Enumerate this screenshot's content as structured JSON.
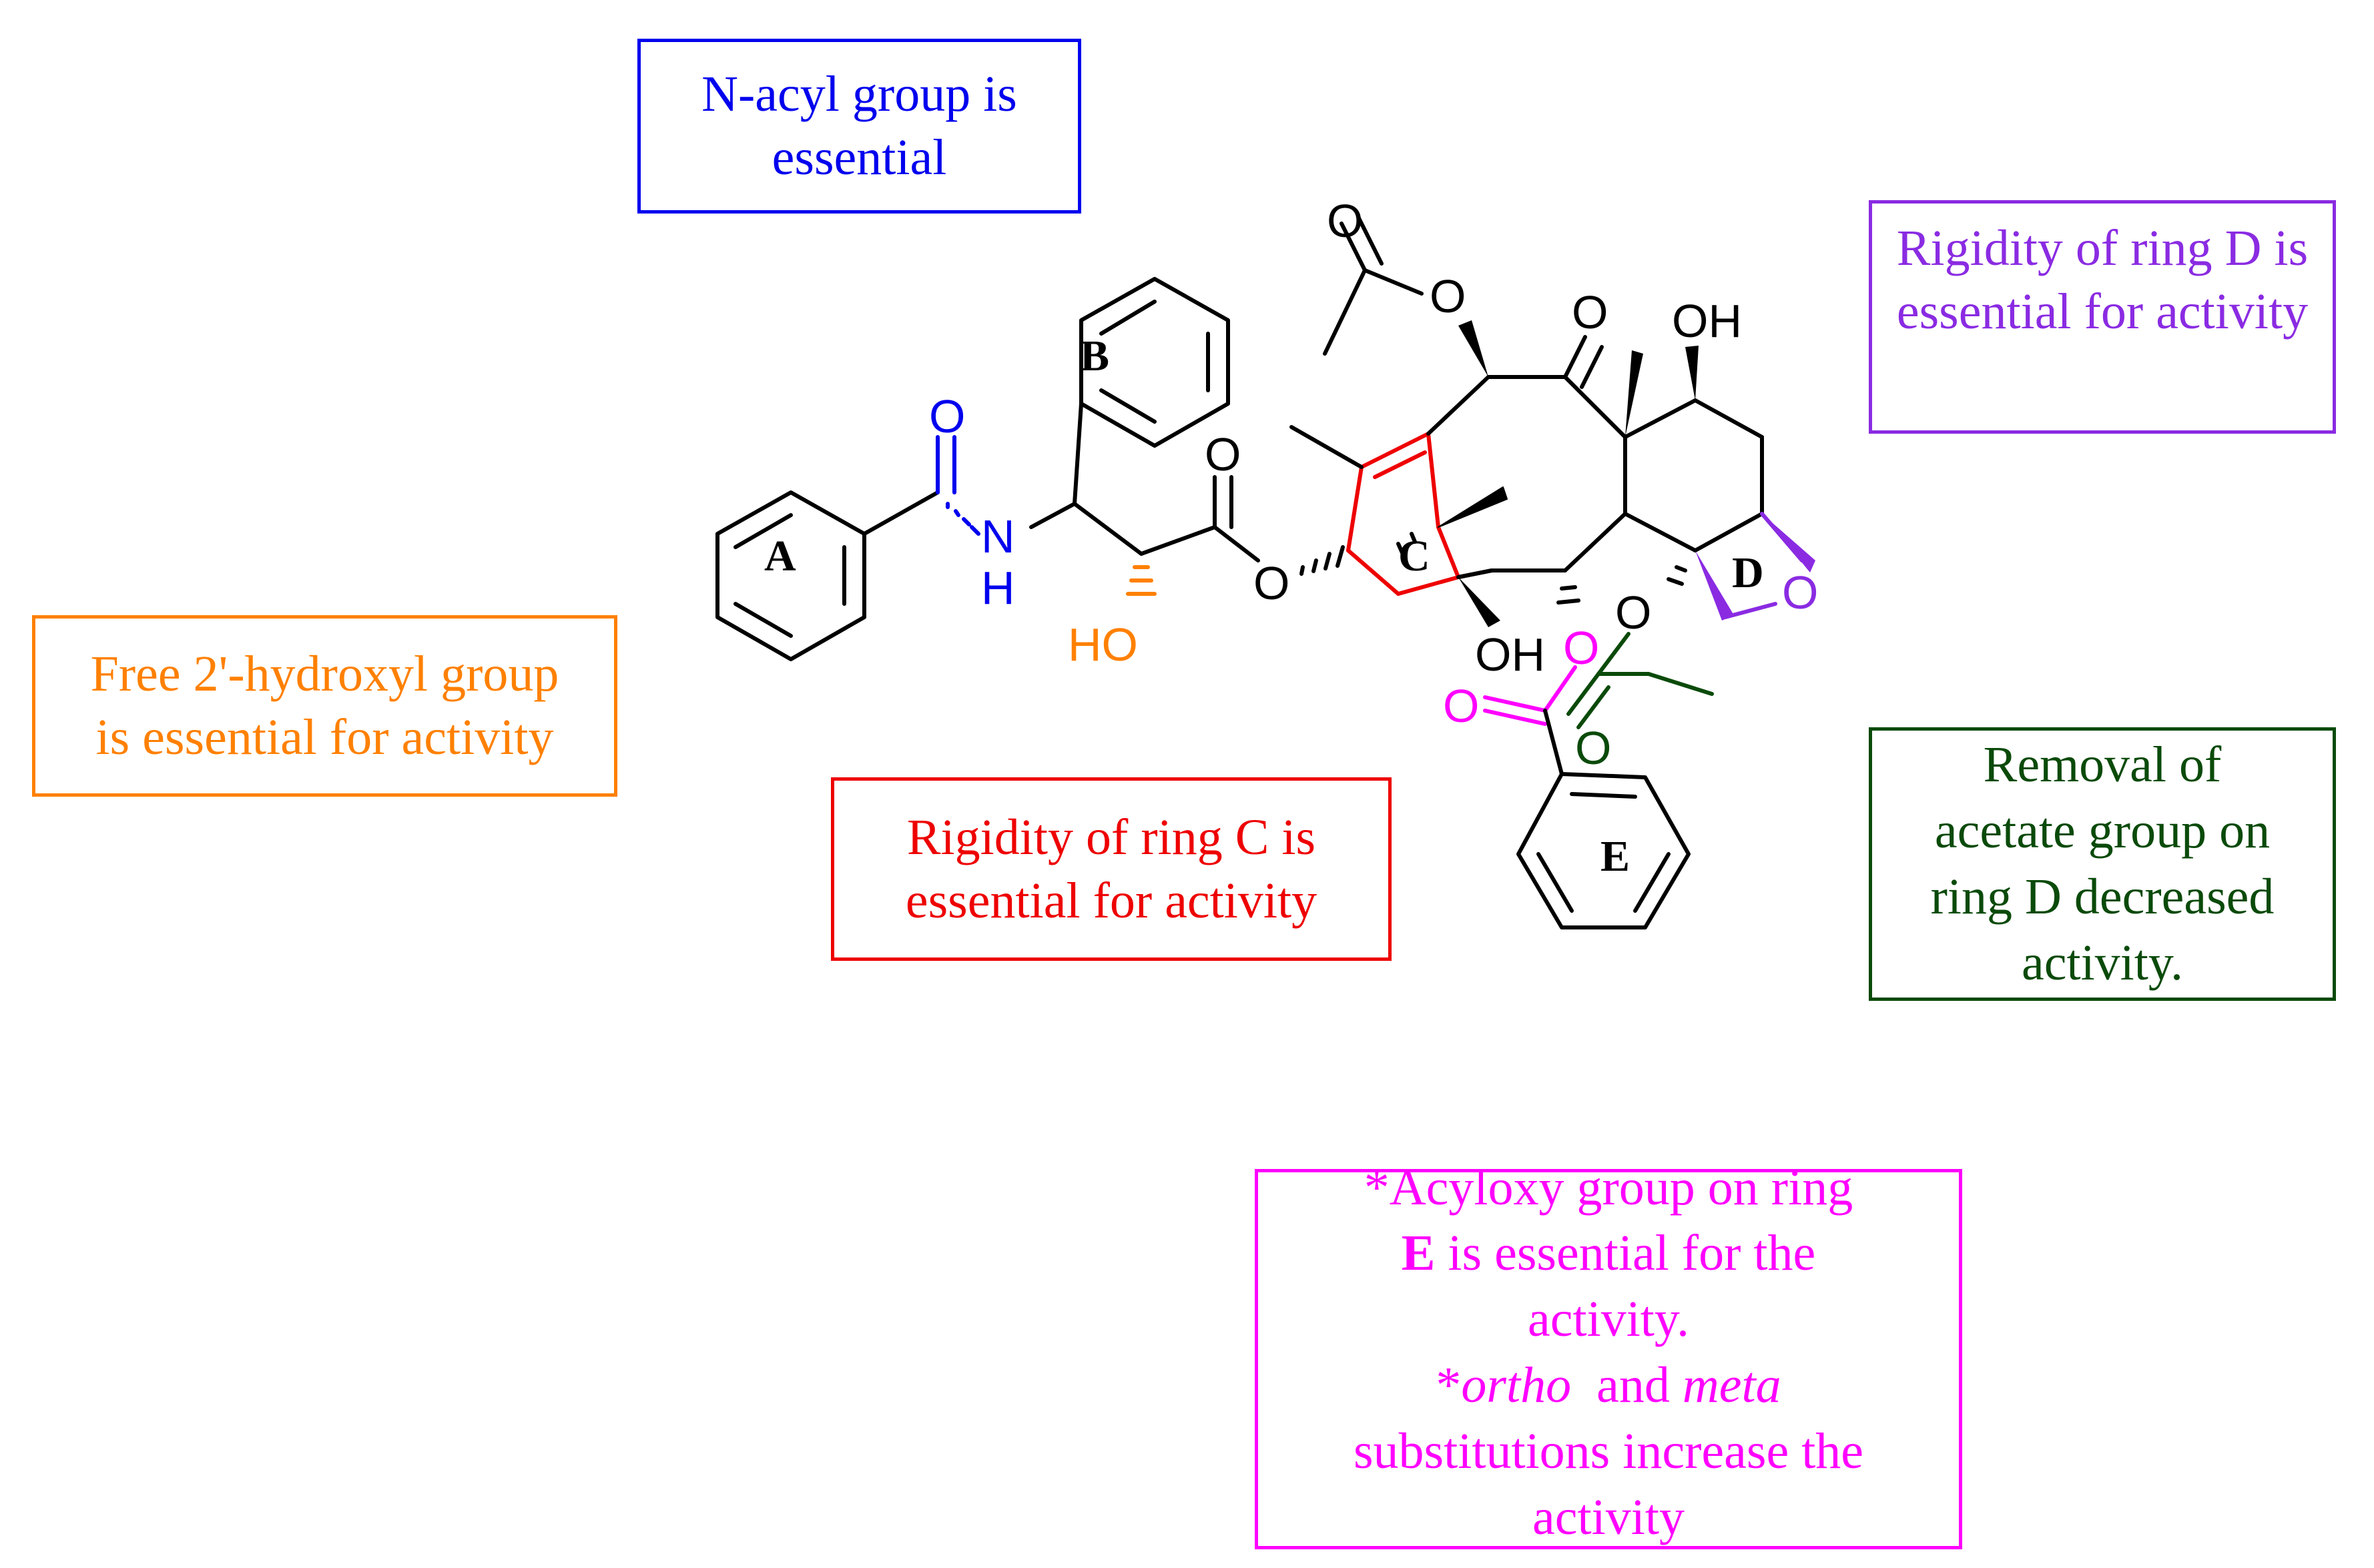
{
  "colors": {
    "black": "#000000",
    "blue": "#0000ee",
    "orange": "#ff8000",
    "red": "#ee0000",
    "purple": "#8a2be2",
    "magenta": "#ff00ff",
    "darkgreen": "#0a4a0a"
  },
  "notes": {
    "nacyl": {
      "line1": "N-acyl group is",
      "line2": "essential"
    },
    "hydroxyl": {
      "line1": "Free 2'-hydroxyl group",
      "line2": "is essential for activity"
    },
    "ringC": {
      "line1": "Rigidity of ring C is",
      "line2": "essential for activity"
    },
    "ringD": {
      "line1": "Rigidity of ring D is",
      "line2": "essential for activity"
    },
    "acetate": {
      "line1": "Removal of",
      "line2": "acetate group on",
      "line3": "ring D decreased",
      "line4": "activity."
    },
    "acyloxy": {
      "line1": "*Acyloxy group on ring",
      "line2_bold": "E",
      "line2_rest": " is essential for the",
      "line3": "activity.",
      "line4_star": "*",
      "line4_ortho": "ortho",
      "line4_and": "  and ",
      "line4_meta": "meta",
      "line5": "substitutions increase the",
      "line6": "activity"
    }
  },
  "molecule": {
    "ring_labels": {
      "a": "A",
      "b": "B",
      "c": "C",
      "d": "D",
      "e": "E"
    },
    "atoms": {
      "o_amide": "O",
      "n": "N",
      "h": "H",
      "ho": "HO",
      "o_ester_carbonyl": "O",
      "o_ester": "O",
      "o_acetyl_carbonyl": "O",
      "o_acetyl": "O",
      "o_ketone": "O",
      "oh_top": "OH",
      "oh_bottom": "OH",
      "o_oxetane": "O",
      "o_benzoate_ester": "O",
      "o_benzoate_carbonyl": "O",
      "o_acetate_ester": "O",
      "o_acetate_carbonyl": "O"
    }
  }
}
